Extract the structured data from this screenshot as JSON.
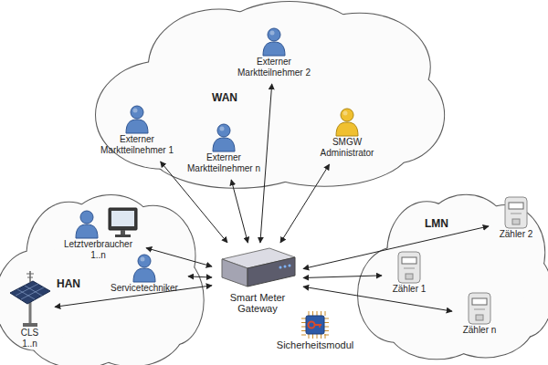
{
  "diagram": {
    "nodes": [
      {
        "text": [
          "WAN"
        ]
      },
      {
        "text": [
          "Externer Marktteilnehmer 2"
        ],
        "in": 0
      },
      {
        "text": [
          "Externer Marktteilnehmer 1"
        ],
        "in": 0
      },
      {
        "text": [
          "Externer Marktteilnehmer n"
        ],
        "in": 0
      },
      {
        "text": [
          "SMGW Administrator"
        ],
        "in": 0
      },
      {
        "text": [
          "HAN"
        ]
      },
      {
        "text": [
          "Letztverbraucher 1..n"
        ],
        "in": 5
      },
      {
        "text": [
          "Servicetechniker"
        ],
        "in": 5
      },
      {
        "text": [
          "CLS 1..n"
        ],
        "in": 5
      },
      {
        "text": [
          "LMN"
        ]
      },
      {
        "text": [
          "Zähler 2"
        ],
        "in": 9
      },
      {
        "text": [
          "Zähler 1"
        ],
        "in": 9
      },
      {
        "text": [
          "Zähler n"
        ],
        "in": 9
      },
      {
        "text": [
          "Smart Meter Gateway"
        ]
      },
      {
        "text": [
          "Sicherheitsmodul"
        ]
      }
    ],
    "edges": [
      {
        "from": 13,
        "to": 1,
        "arrow": "both"
      },
      {
        "from": 13,
        "to": 2,
        "arrow": "both"
      },
      {
        "from": 13,
        "to": 3,
        "arrow": "both"
      },
      {
        "from": 13,
        "to": 4,
        "arrow": "both"
      },
      {
        "from": 13,
        "to": 6,
        "arrow": "both"
      },
      {
        "from": 13,
        "to": 7,
        "arrow": "both"
      },
      {
        "from": 13,
        "to": 8,
        "arrow": "both"
      },
      {
        "from": 13,
        "to": 10,
        "arrow": "both"
      },
      {
        "from": 13,
        "to": 11,
        "arrow": "both"
      },
      {
        "from": 13,
        "to": 12,
        "arrow": "both"
      }
    ]
  }
}
